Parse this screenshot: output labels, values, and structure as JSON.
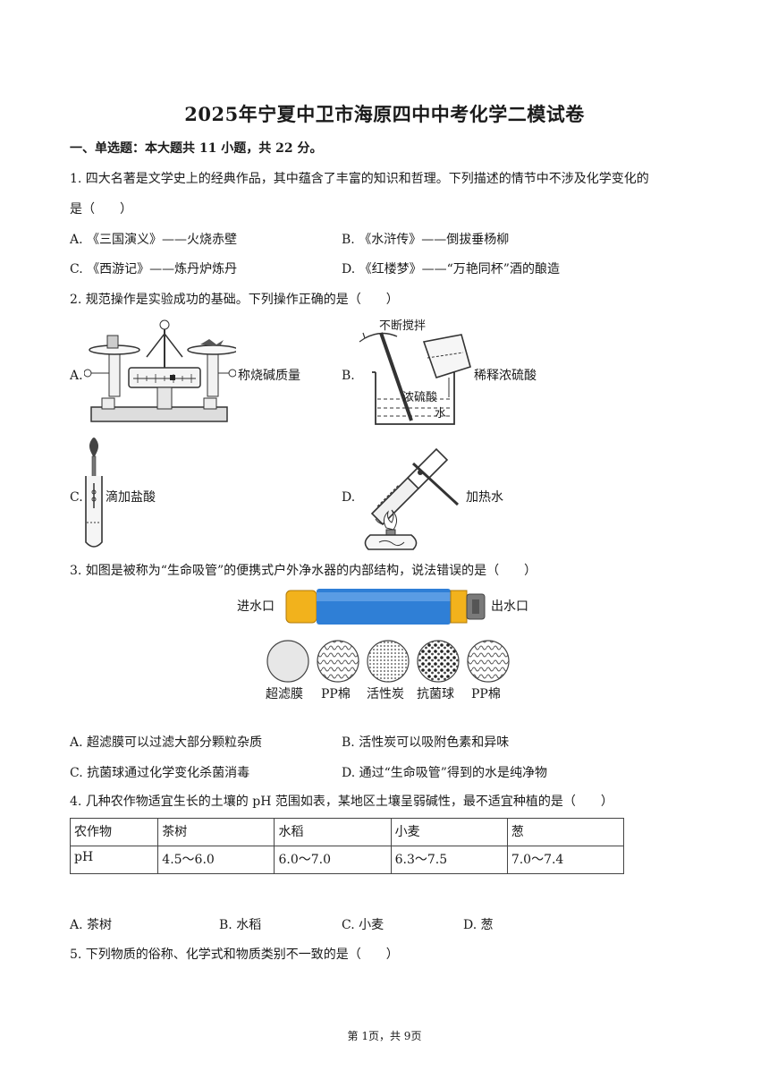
{
  "title": "2025年宁夏中卫市海原四中中考化学二模试卷",
  "section1": "一、单选题：本大题共 11 小题，共 22 分。",
  "q1": {
    "stem_line1": "1. 四大名著是文学史上的经典作品，其中蕴含了丰富的知识和哲理。下列描述的情节中不涉及化学变化的",
    "stem_line2": "是（　　）",
    "A": "A. 《三国演义》——火烧赤壁",
    "B": "B. 《水浒传》——倒拔垂杨柳",
    "C": "C. 《西游记》——炼丹炉炼丹",
    "D": "D. 《红楼梦》——“万艳同杯”酒的酿造"
  },
  "q2": {
    "stem": "2. 规范操作是实验成功的基础。下列操作正确的是（　　）",
    "A_letter": "A.",
    "A_label": "称烧碱质量",
    "B_letter": "B.",
    "B_label": "稀释浓硫酸",
    "B_note_stir": "不断搅拌",
    "B_note_acid": "浓硫酸",
    "B_note_water": "水",
    "C_letter": "C.",
    "C_label": "滴加盐酸",
    "D_letter": "D.",
    "D_label": "加热水"
  },
  "q3": {
    "stem": "3. 如图是被称为“生命吸管”的便携式户外净水器的内部结构，说法错误的是（　　）",
    "inlet": "进水口",
    "outlet": "出水口",
    "layers": [
      "超滤膜",
      "PP棉",
      "活性炭",
      "抗菌球",
      "PP棉"
    ],
    "A": "A. 超滤膜可以过滤大部分颗粒杂质",
    "B": "B. 活性炭可以吸附色素和异味",
    "C": "C. 抗菌球通过化学变化杀菌消毒",
    "D": "D. 通过“生命吸管”得到的水是纯净物"
  },
  "q4": {
    "stem": "4. 几种农作物适宜生长的土壤的 pH 范围如表，某地区土壤呈弱碱性，最不适宜种植的是（　　）",
    "table": {
      "header": [
        "农作物",
        "茶树",
        "水稻",
        "小麦",
        "葱"
      ],
      "row": [
        "pH",
        "4.5～6.0",
        "6.0～7.0",
        "6.3～7.5",
        "7.0～7.4"
      ]
    },
    "A": "A. 茶树",
    "B": "B. 水稻",
    "C": "C. 小麦",
    "D": "D. 葱"
  },
  "q5": {
    "stem": "5. 下列物质的俗称、化学式和物质类别不一致的是（　　）"
  },
  "footer": "第 1页，共 9页"
}
